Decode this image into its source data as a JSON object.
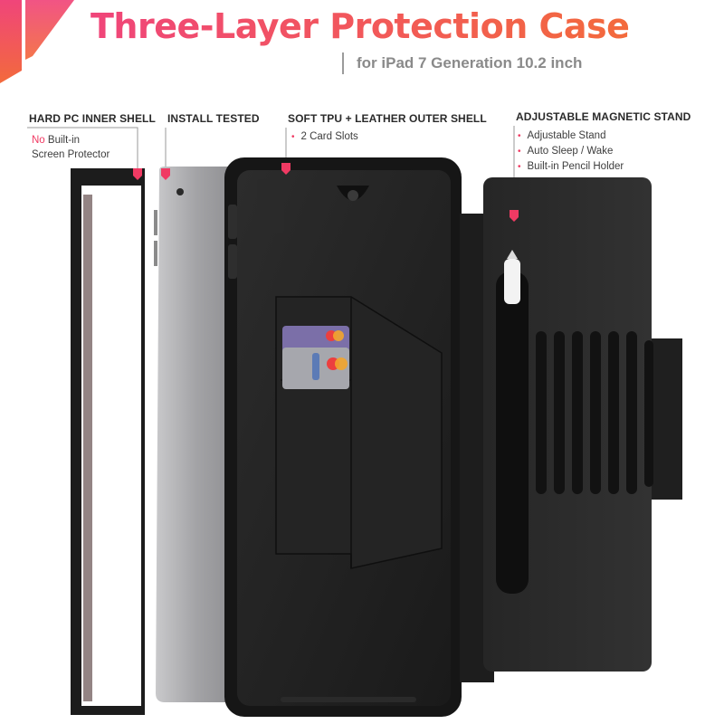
{
  "header": {
    "title": "Three-Layer Protection Case",
    "subtitle": "for iPad 7 Generation 10.2 inch"
  },
  "callouts": {
    "inner_shell": {
      "label": "HARD PC INNER SHELL",
      "desc_highlight": "No",
      "desc_line1_rest": " Built-in",
      "desc_line2": "Screen Protector"
    },
    "install": {
      "label": "INSTALL TESTED"
    },
    "outer_shell": {
      "label": "SOFT TPU + LEATHER OUTER SHELL",
      "items": [
        "2 Card Slots"
      ]
    },
    "stand": {
      "label": "ADJUSTABLE MAGNETIC STAND",
      "items": [
        "Adjustable Stand",
        "Auto Sleep / Wake",
        "Built-in Pencil Holder"
      ]
    }
  },
  "colors": {
    "accent": "#f03a63",
    "title_gradient_start": "#f0457a",
    "title_gradient_end": "#f36a3c",
    "case_black": "#1f1f1f",
    "ipad_silver": "#a9a9ab"
  },
  "icons": [
    "corner-ribbon-icon",
    "pin-marker-icon"
  ]
}
